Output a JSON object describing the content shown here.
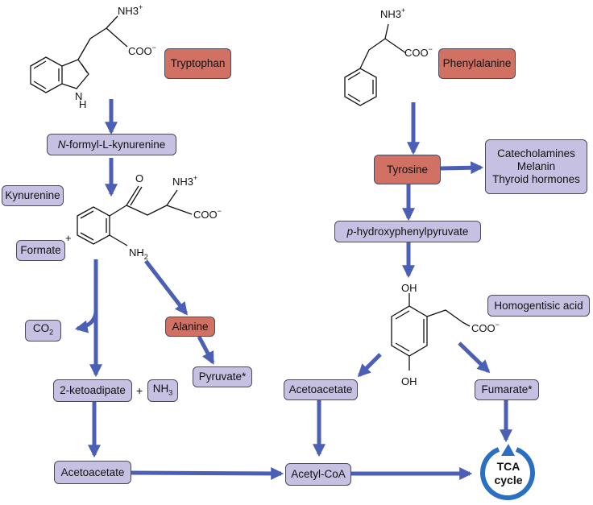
{
  "molecules": {
    "tryptophan": {
      "amine": "NH3",
      "amine_charge": "+",
      "carboxylate": "COO",
      "charge": "−",
      "nh": "H"
    },
    "phenylalanine": {
      "amine": "NH3",
      "amine_charge": "+",
      "carboxylate": "COO",
      "charge": "−"
    },
    "kynurenine": {
      "ketone_o": "O",
      "amine": "NH3",
      "amine_charge": "+",
      "carboxylate": "COO",
      "charge": "−",
      "aryl_amine": "NH",
      "aryl_amine_sub": "2",
      "plus": "+"
    },
    "homogentisate": {
      "oh_top": "OH",
      "oh_bottom": "OH",
      "carboxylate": "COO",
      "charge": "−"
    }
  },
  "labels": {
    "tryptophan": "Tryptophan",
    "phenylalanine": "Phenylalanine",
    "n_formyl_italic": "N",
    "n_formyl_rest": "-formyl-L-kynurenine",
    "tyrosine": "Tyrosine",
    "catecholamines": "Catecholamines",
    "melanin": "Melanin",
    "thyroid_hormones": "Thyroid hormones",
    "kynurenine": "Kynurenine",
    "p_hydroxy_italic": "p",
    "p_hydroxy_rest": "-hydroxyphenylpyruvate",
    "formate": "Formate",
    "homogentisic_acid": "Homogentisic acid",
    "co2": "CO",
    "co2_sub": "2",
    "alanine": "Alanine",
    "pyruvate": "Pyruvate*",
    "ketoadipate": "2-ketoadipate",
    "plus": "+",
    "nh3": "NH",
    "nh3_sub": "3",
    "acetoacetate_right": "Acetoacetate",
    "fumarate": "Fumarate*",
    "acetoacetate_left": "Acetoacetate",
    "acetyl_coa": "Acetyl-CoA",
    "tca_line1": "TCA",
    "tca_line2": "cycle"
  },
  "colors": {
    "arrow": "#4a5fb5",
    "box_lavender": "#c6c1e2",
    "box_red": "#d07163",
    "tca_ring": "#2a6fc0"
  }
}
